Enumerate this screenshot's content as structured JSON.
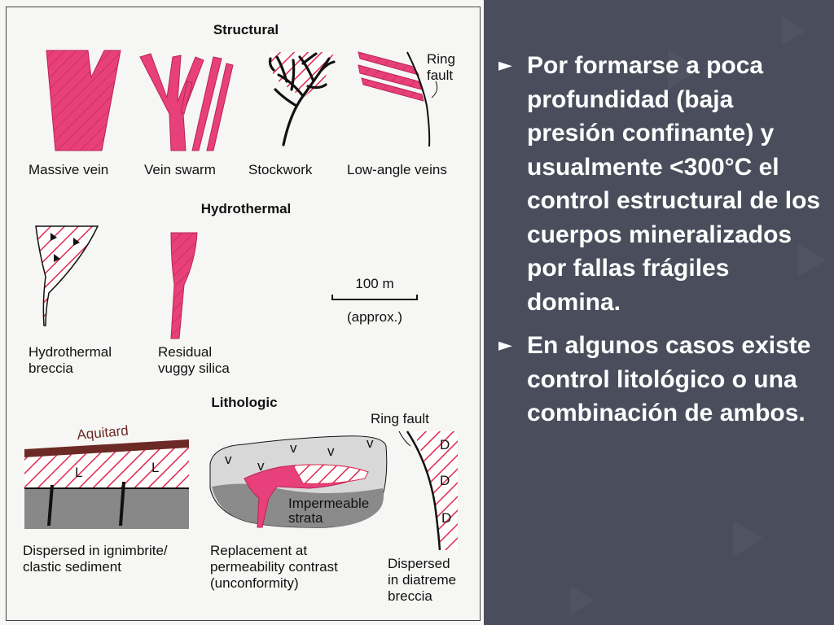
{
  "figure": {
    "sections": {
      "structural": "Structural",
      "hydrothermal": "Hydrothermal",
      "lithologic": "Lithologic"
    },
    "labels": {
      "massive_vein": "Massive vein",
      "vein_swarm": "Vein swarm",
      "stockwork": "Stockwork",
      "low_angle_veins": "Low-angle veins",
      "ring_fault_top_1": "Ring",
      "ring_fault_top_2": "fault",
      "scale": "100 m",
      "scale_note": "(approx.)",
      "hydro_breccia_1": "Hydrothermal",
      "hydro_breccia_2": "breccia",
      "residual_1": "Residual",
      "residual_2": "vuggy silica",
      "aquitard": "Aquitard",
      "l_mark": "L",
      "v_mark": "v",
      "d_mark": "D",
      "impermeable_1": "Impermeable",
      "impermeable_2": "strata",
      "ring_fault_bottom": "Ring fault",
      "dispersed_ign_1": "Dispersed in ignimbrite/",
      "dispersed_ign_2": "clastic sediment",
      "replacement_1": "Replacement at",
      "replacement_2": "permeability contrast",
      "replacement_3": "(unconformity)",
      "diatreme_1": "Dispersed",
      "diatreme_2": "in diatreme",
      "diatreme_3": "breccia"
    },
    "colors": {
      "ore_pink": "#e8407a",
      "hatch_red": "#e0284f",
      "aquitard_brown": "#6b2a26",
      "impermeable_gray": "#8a8a8a",
      "host_gray": "#c9c9c9"
    }
  },
  "slide": {
    "bullet_marker": "►",
    "bullets": [
      "Por formarse a poca profundidad (baja presión confinante) y usualmente <300°C el control estructural de los cuerpos mineralizados por fallas frágiles domina.",
      "En algunos casos existe control litológico o una combinación de ambos."
    ],
    "background_color": "#4a4e5c"
  }
}
